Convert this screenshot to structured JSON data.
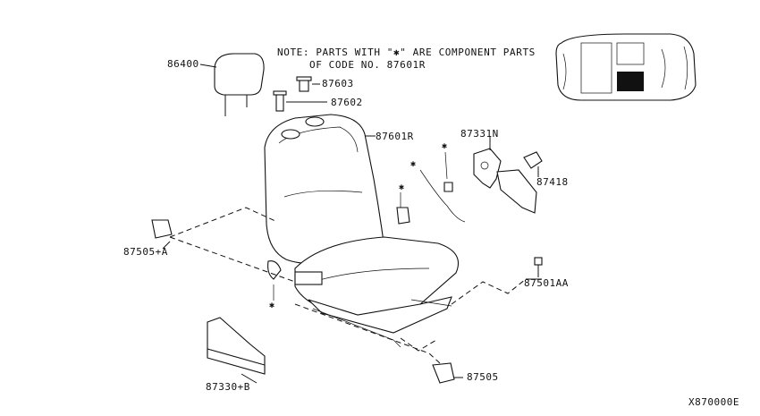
{
  "note": {
    "line1": "NOTE: PARTS WITH \"✱\" ARE COMPONENT PARTS",
    "line2": "OF CODE NO. 87601R"
  },
  "labels": {
    "p86400": "86400",
    "p87603": "87603",
    "p87602": "87602",
    "p87601R": "87601R",
    "p87331N": "87331N",
    "p87418": "87418",
    "p87505A": "87505+A",
    "p87501AA": "87501AA",
    "p87330B": "87330+B",
    "p87505": "87505"
  },
  "component_mark": "✱",
  "diagram_code": "X870000E"
}
